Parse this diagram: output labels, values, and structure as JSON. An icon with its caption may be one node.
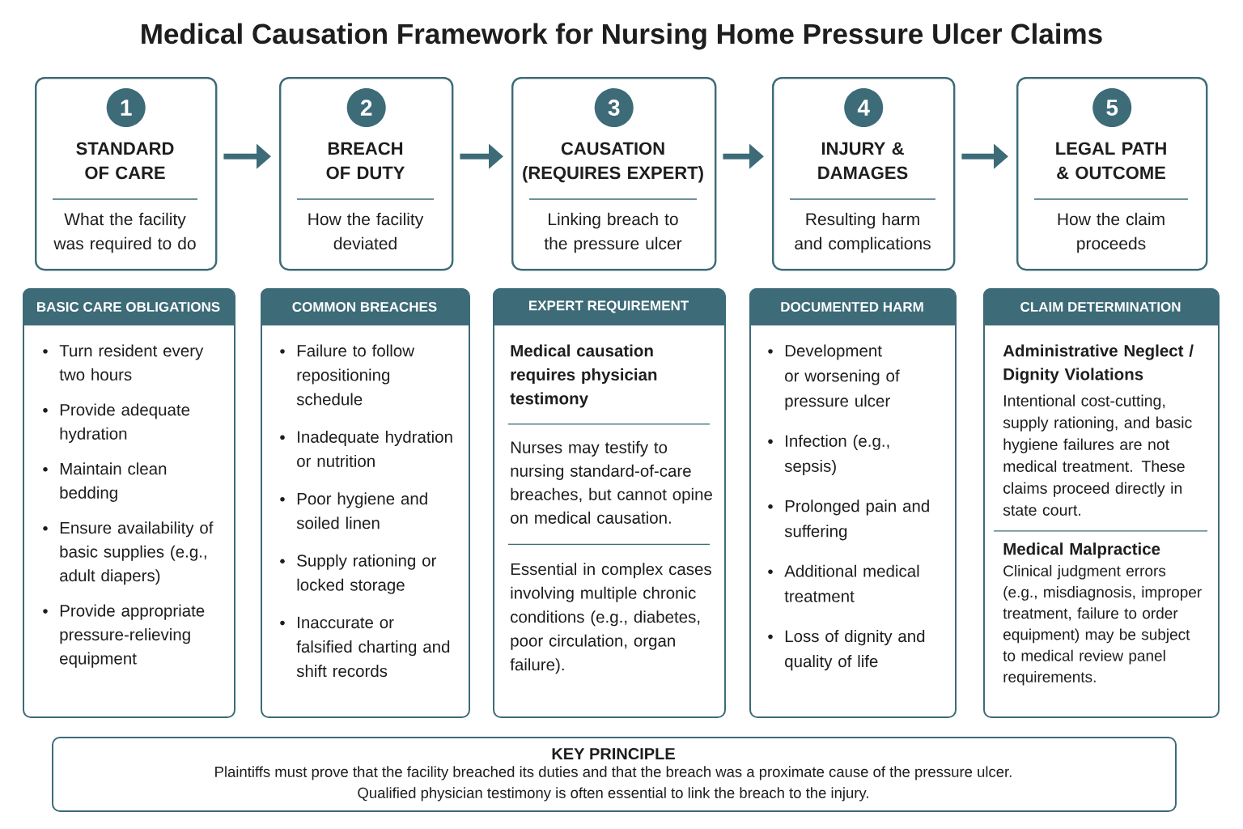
{
  "diagram": {
    "title": "Medical Causation Framework for Nursing Home Pressure Ulcer Claims",
    "nodes": [
      {
        "text": [
          "STANDARD OF CARE",
          "What the facility was required to do"
        ]
      },
      {
        "text": [
          "1"
        ],
        "in": 0
      },
      {
        "text": [
          "BREACH OF DUTY",
          "How the facility deviated"
        ]
      },
      {
        "text": [
          "2"
        ],
        "in": 2
      },
      {
        "text": [
          "CAUSATION (REQUIRES EXPERT)",
          "Linking breach to the pressure ulcer"
        ]
      },
      {
        "text": [
          "3"
        ],
        "in": 4
      },
      {
        "text": [
          "INJURY & DAMAGES",
          "Resulting harm and complications"
        ]
      },
      {
        "text": [
          "4"
        ],
        "in": 6
      },
      {
        "text": [
          "LEGAL PATH & OUTCOME",
          "How the claim proceeds"
        ]
      },
      {
        "text": [
          "5"
        ],
        "in": 8
      },
      {
        "text": [
          "BASIC CARE OBLIGATIONS",
          "Turn resident every two hours",
          "Provide adequate hydration",
          "Maintain clean bedding",
          "Ensure availability of basic supplies (e.g., adult diapers)",
          "Provide appropriate pressure-relieving equipment"
        ]
      },
      {
        "text": [
          "COMMON BREACHES",
          "Failure to follow repositioning schedule",
          "Inadequate hydration or nutrition",
          "Poor hygiene and soiled linen",
          "Supply rationing or locked storage",
          "Inaccurate or falsified charting and shift records"
        ]
      },
      {
        "text": [
          "EXPERT REQUIREMENT",
          "Medical causation requires physician testimony",
          "Nurses may testify to nursing standard-of-care breaches, but cannot opine on medical causation.",
          "Essential in complex cases involving multiple chronic conditions (e.g., diabetes, poor circulation, organ failure)."
        ]
      },
      {
        "text": [
          "DOCUMENTED HARM",
          "Development or worsening of pressure ulcer",
          "Infection (e.g., sepsis)",
          "Prolonged pain and suffering",
          "Additional medical treatment",
          "Loss of dignity and quality of life"
        ]
      },
      {
        "text": [
          "CLAIM DETERMINATION",
          "Administrative Neglect / Dignity Violations",
          "Intentional cost-cutting, supply rationing, and basic hygiene failures are not medical treatment. These claims proceed directly in state court.",
          "Medical Malpractice",
          "Clinical judgment errors (e.g., misdiagnosis, improper treatment, failure to order equipment) may be subject to medical review panel requirements."
        ]
      },
      {
        "text": [
          "KEY PRINCIPLE",
          "Plaintiffs must prove that the facility breached its duties and that the breach was a proximate cause of the pressure ulcer.",
          "Qualified physician testimony is often essential to link the breach to the injury."
        ]
      }
    ],
    "edges": [
      {
        "from": 0,
        "to": 2,
        "arrow": "to"
      },
      {
        "from": 2,
        "to": 4,
        "arrow": "to"
      },
      {
        "from": 4,
        "to": 6,
        "arrow": "to"
      },
      {
        "from": 6,
        "to": 8,
        "arrow": "to"
      }
    ]
  }
}
